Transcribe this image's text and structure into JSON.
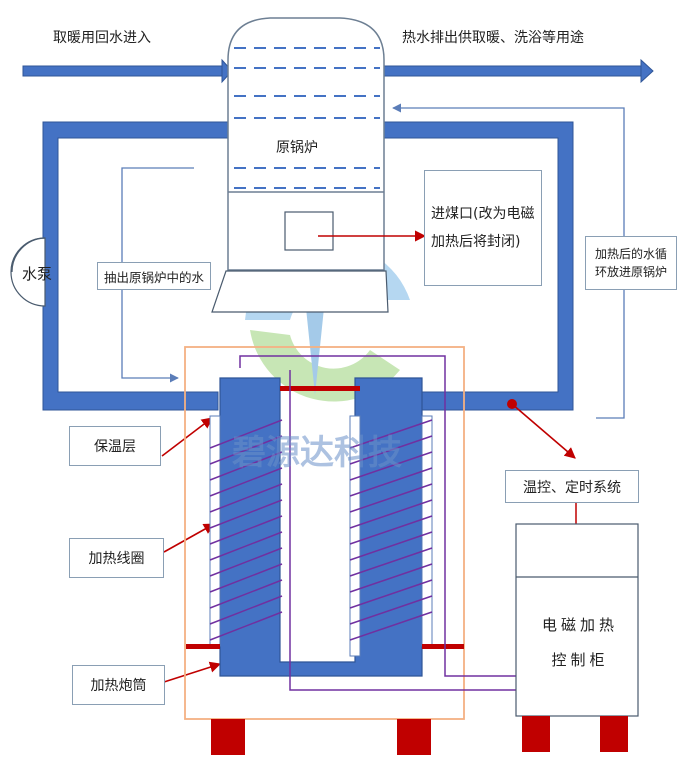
{
  "labels": {
    "return_water": "取暖用回水进入",
    "hot_water_out": "热水排出供取暖、洗浴等用途",
    "original_boiler": "原锅炉",
    "coal_inlet": "进煤口(改为电磁加热后将封闭)",
    "pump": "水泵",
    "extract_water": "抽出原锅炉中的水",
    "heated_water_return": "加热后的水循环放进原锅炉",
    "insulation_layer": "保温层",
    "temp_timer_system": "温控、定时系统",
    "heating_coil": "加热线圈",
    "heating_barrel": "加热炮筒",
    "control_cabinet": "电磁加热控制柜",
    "watermark_text": "碧源达科技"
  },
  "colors": {
    "pipe_blue": "#4472c4",
    "pipe_outline": "#2f5597",
    "purple_coil": "#7030a0",
    "dark_red": "#c00000",
    "orange_frame": "#f4b183",
    "arrow_red": "#c00000",
    "thin_line": "#5b7db8"
  }
}
